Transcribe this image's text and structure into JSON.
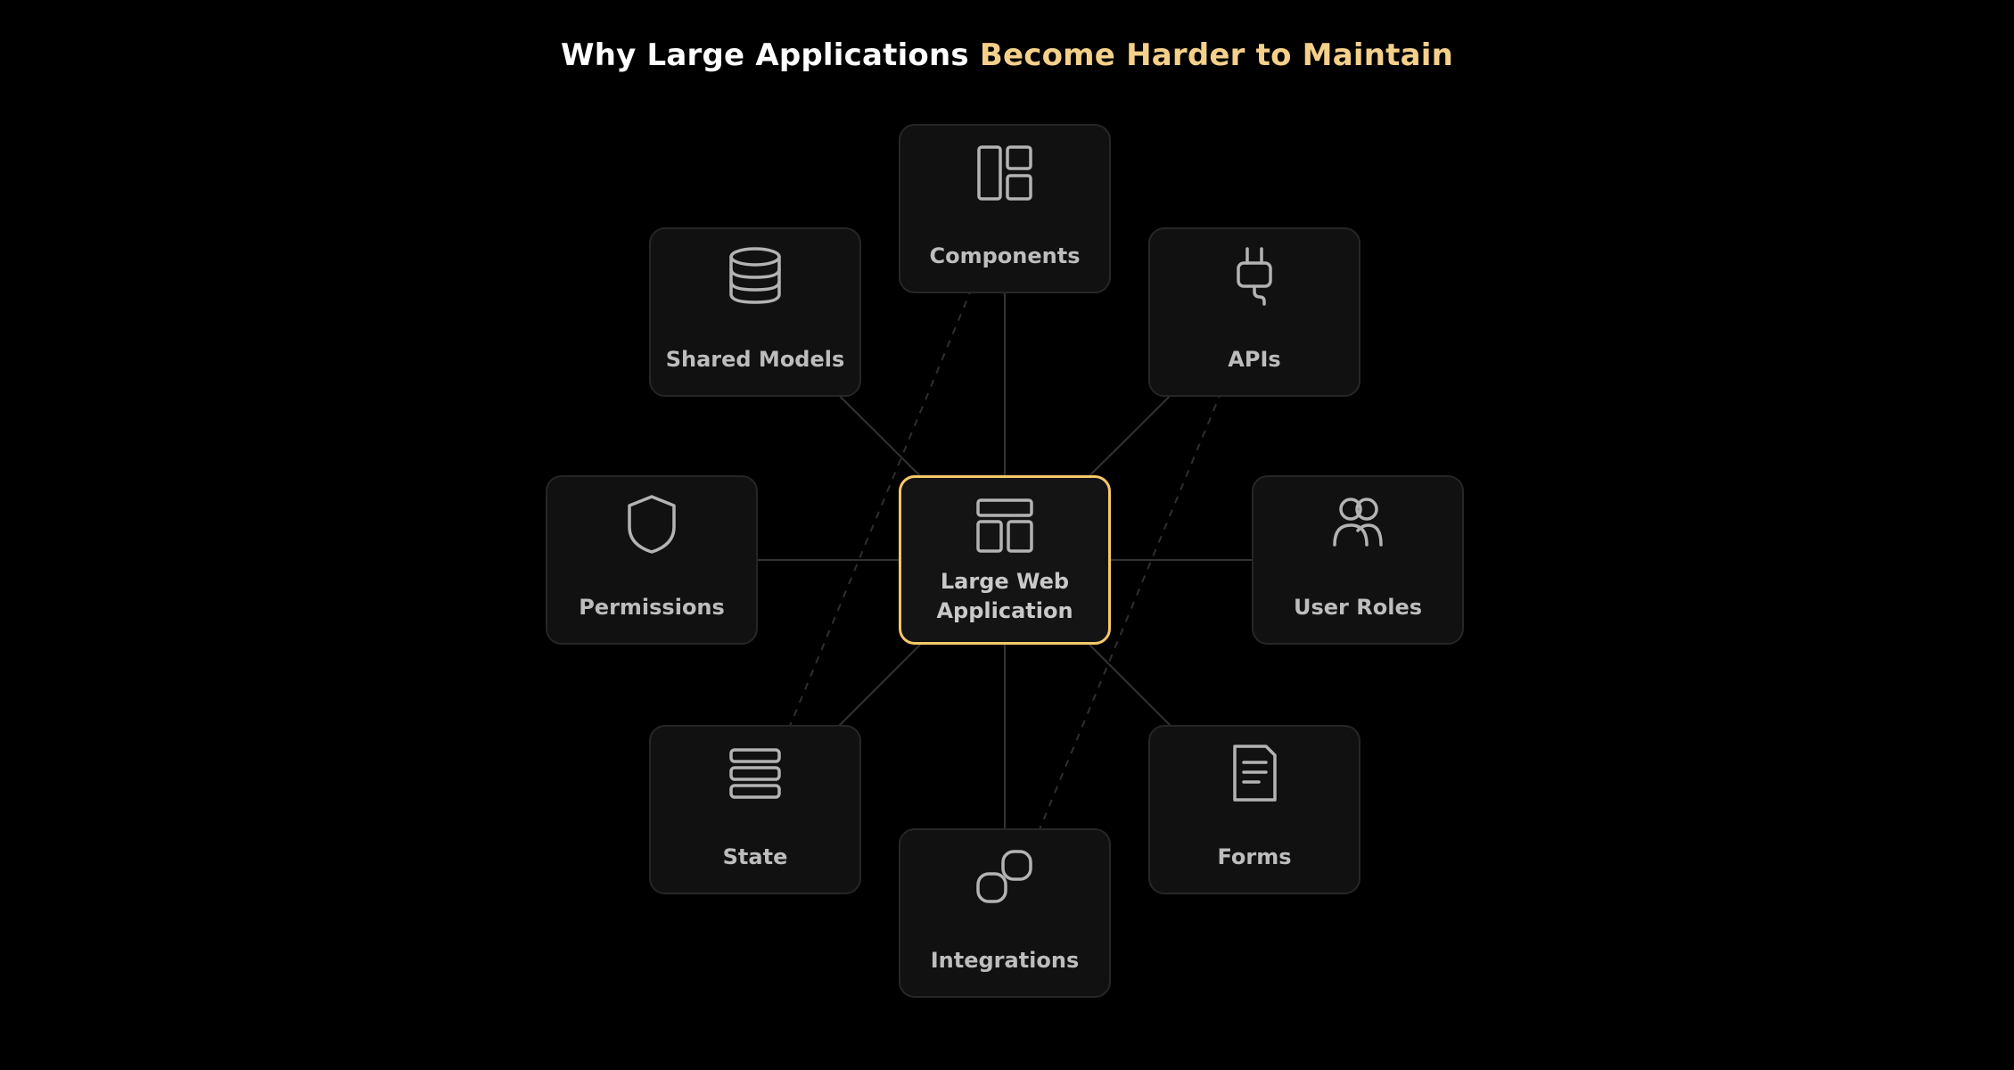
{
  "title": {
    "part1": "Why Large Applications ",
    "part2": "Become Harder to Maintain"
  },
  "colors": {
    "background": "#000000",
    "accent": "#f5c86a",
    "title_accent": "#f5d08a",
    "node_fill": "#111111",
    "node_border": "#262626",
    "label": "#bdbdbd"
  },
  "center": {
    "label": "Large Web Application",
    "icon": "layout-icon"
  },
  "nodes": [
    {
      "id": "components",
      "label": "Components",
      "icon": "dashboard-panels-icon"
    },
    {
      "id": "apis",
      "label": "APIs",
      "icon": "plug-icon"
    },
    {
      "id": "user-roles",
      "label": "User Roles",
      "icon": "users-icon"
    },
    {
      "id": "forms",
      "label": "Forms",
      "icon": "document-icon"
    },
    {
      "id": "integrations",
      "label": "Integrations",
      "icon": "link-icon"
    },
    {
      "id": "state",
      "label": "State",
      "icon": "stack-icon"
    },
    {
      "id": "permissions",
      "label": "Permissions",
      "icon": "shield-icon"
    },
    {
      "id": "shared-models",
      "label": "Shared Models",
      "icon": "database-icon"
    }
  ],
  "edges": [
    {
      "from": "center",
      "to": "components",
      "style": "solid"
    },
    {
      "from": "center",
      "to": "apis",
      "style": "solid"
    },
    {
      "from": "center",
      "to": "user-roles",
      "style": "solid"
    },
    {
      "from": "center",
      "to": "forms",
      "style": "solid"
    },
    {
      "from": "center",
      "to": "integrations",
      "style": "solid"
    },
    {
      "from": "center",
      "to": "state",
      "style": "solid"
    },
    {
      "from": "center",
      "to": "permissions",
      "style": "solid"
    },
    {
      "from": "center",
      "to": "shared-models",
      "style": "solid"
    },
    {
      "from": "components",
      "to": "state",
      "style": "dashed"
    },
    {
      "from": "apis",
      "to": "integrations",
      "style": "dashed"
    }
  ]
}
